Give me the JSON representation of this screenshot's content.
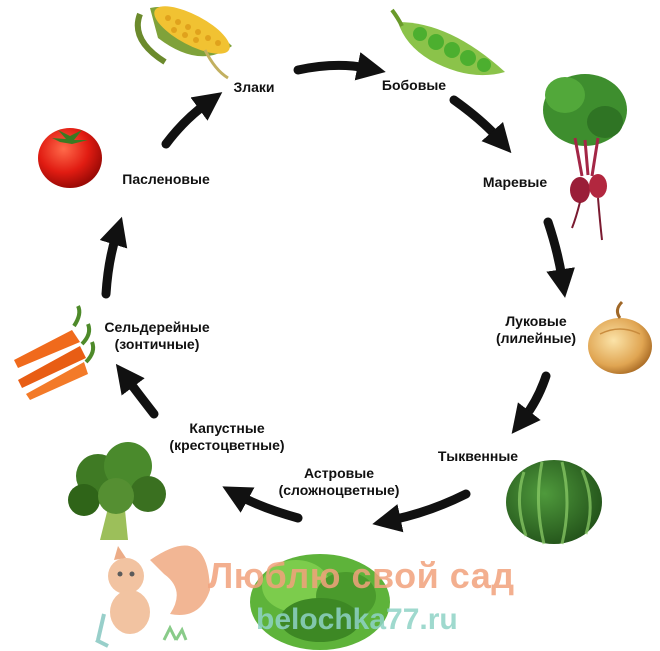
{
  "families": [
    {
      "name": "Злаки"
    },
    {
      "name": "Бобовые"
    },
    {
      "name": "Маревые"
    },
    {
      "name": "Луковые",
      "sub": "(лилейные)"
    },
    {
      "name": "Тыквенные"
    },
    {
      "name": "Астровые",
      "sub": "(сложноцветные)"
    },
    {
      "name": "Капустные",
      "sub": "(крестоцветные)"
    },
    {
      "name": "Сельдерейные",
      "sub": "(зонтичные)"
    },
    {
      "name": "Пасленовые"
    }
  ],
  "watermark": {
    "line1": "Люблю свой сад",
    "line2": "belochka77.ru"
  },
  "colors": {
    "arrow": "#111111",
    "watermark_text": "#f2a27c",
    "watermark_url": "#8fd3c6"
  },
  "icons": [
    "corn-icon",
    "peas-icon",
    "beet-icon",
    "onion-icon",
    "watermelon-icon",
    "lettuce-icon",
    "broccoli-icon",
    "carrot-icon",
    "tomato-icon",
    "squirrel-logo-icon"
  ]
}
